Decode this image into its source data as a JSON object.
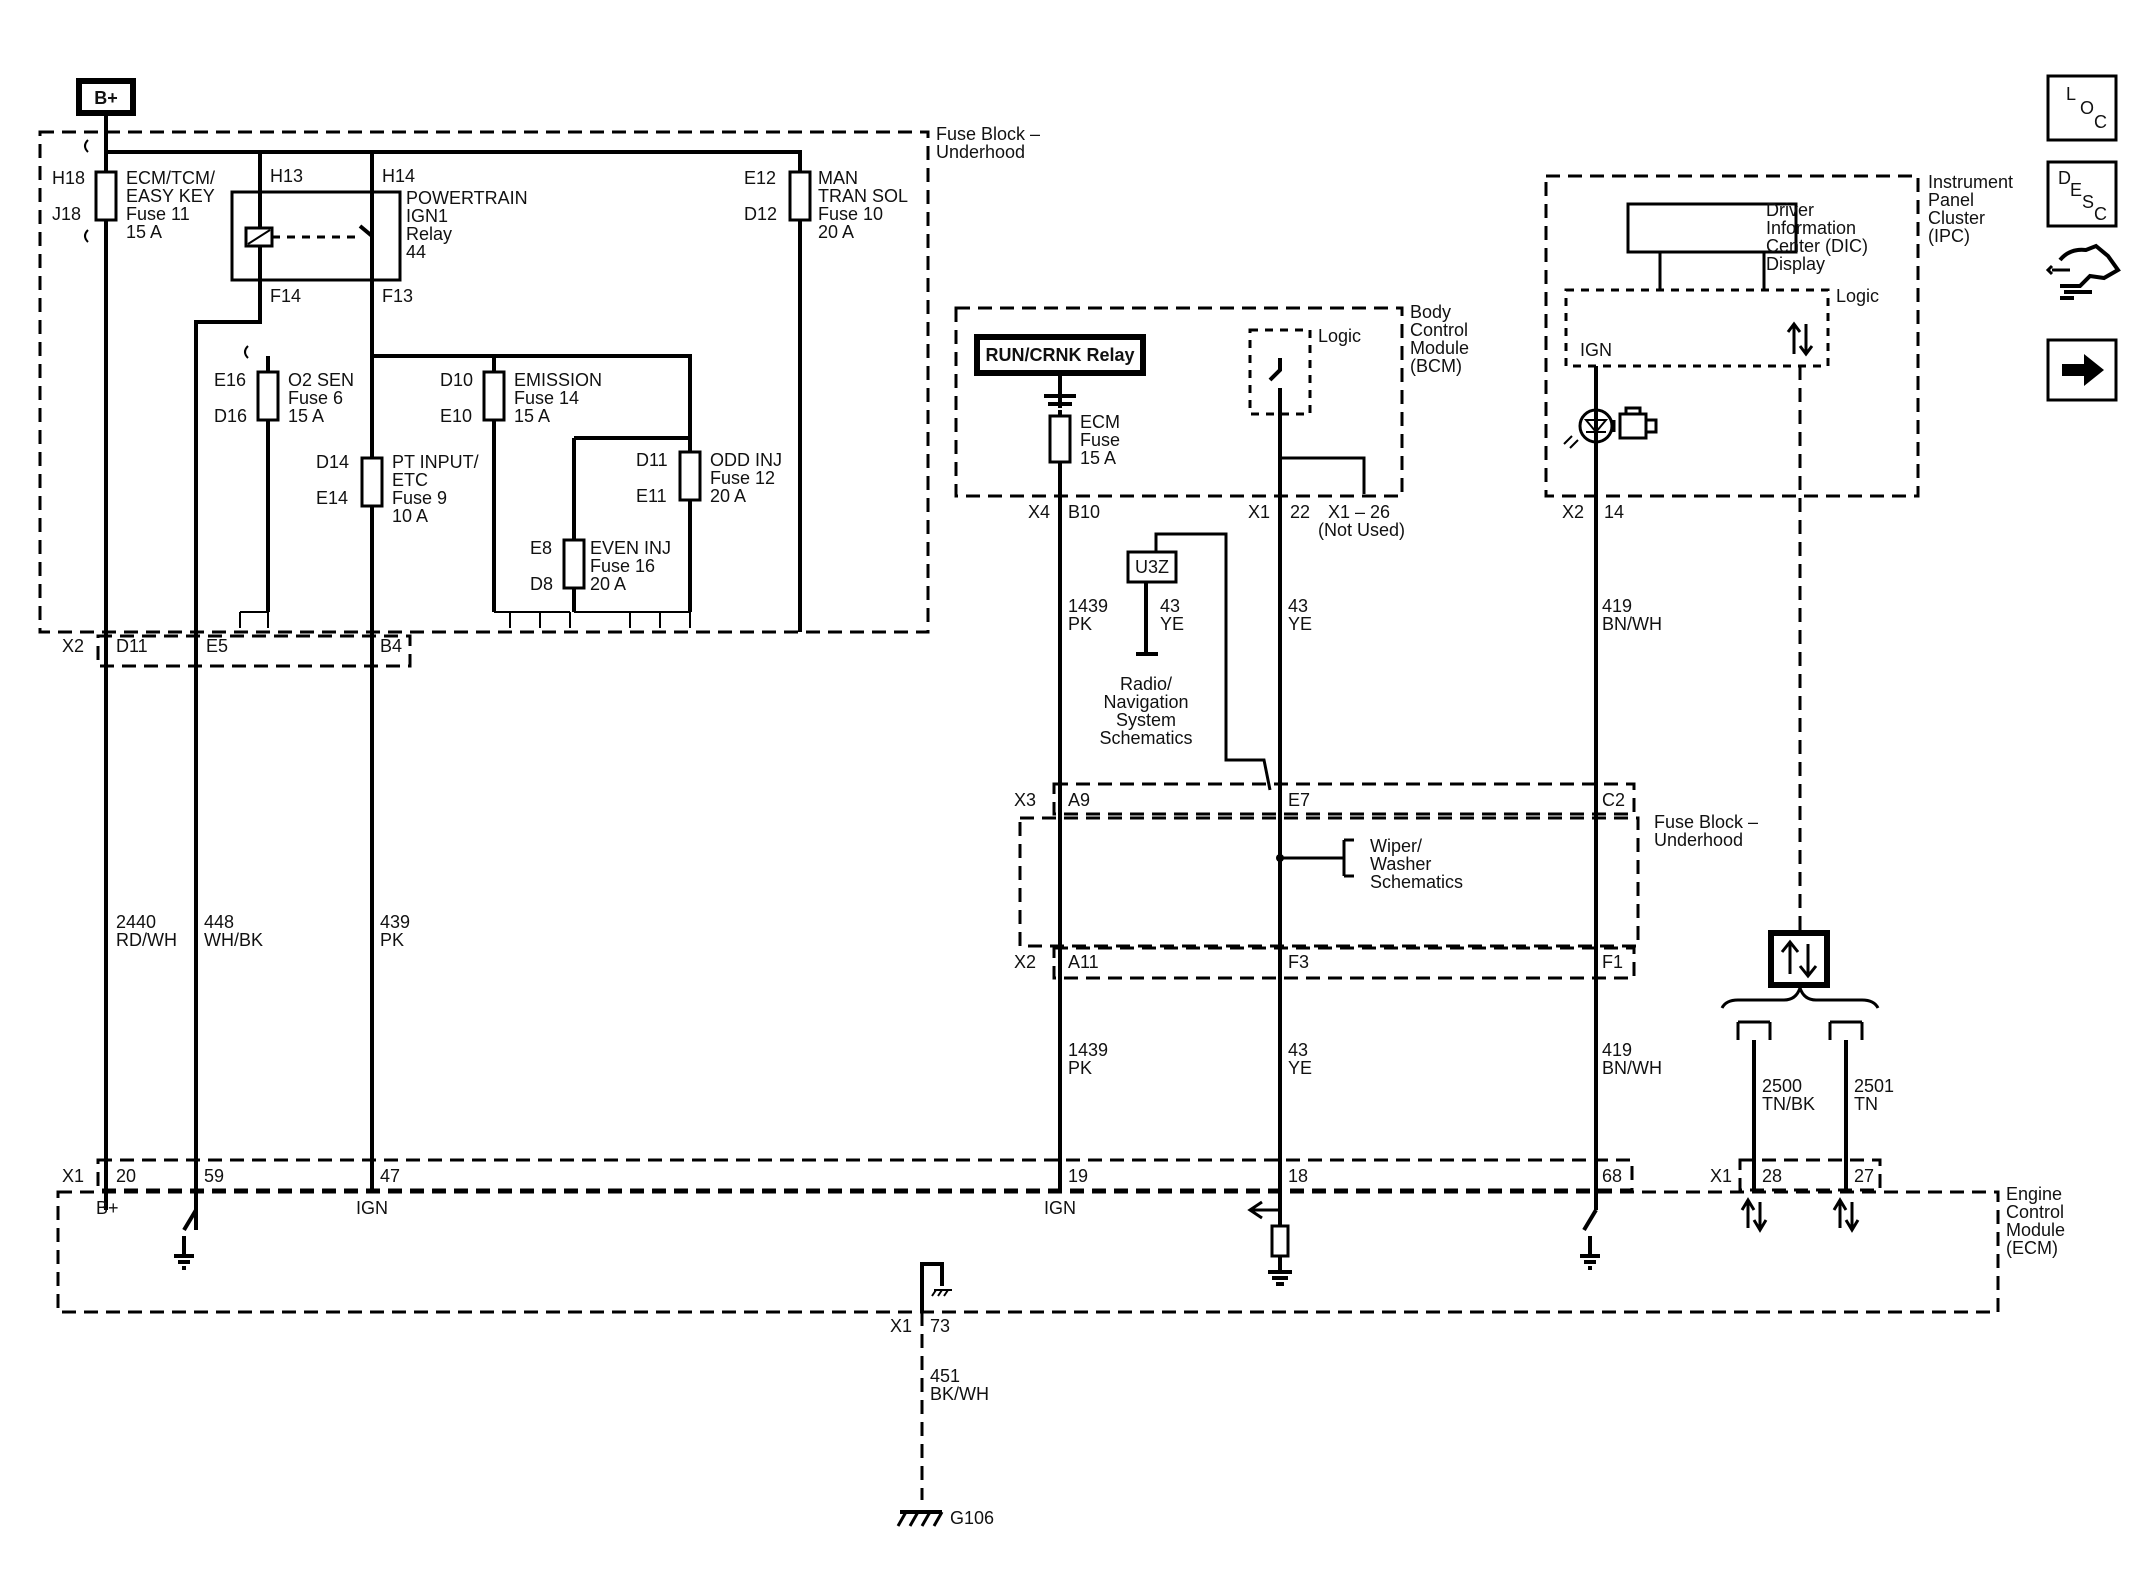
{
  "supply": {
    "label": "B+"
  },
  "fuse_block_top": {
    "title": [
      "Fuse Block –",
      "Underhood"
    ]
  },
  "fuses": {
    "ecm": {
      "pin_top": "H18",
      "pin_bottom": "J18",
      "lines": [
        "ECM/TCM/",
        "EASY KEY",
        "Fuse 11",
        "15 A"
      ]
    },
    "man_tran": {
      "pin_top": "E12",
      "pin_bottom": "D12",
      "lines": [
        "MAN",
        "TRAN SOL",
        "Fuse 10",
        "20 A"
      ]
    },
    "o2": {
      "pin_top": "E16",
      "pin_bottom": "D16",
      "lines": [
        "O2 SEN",
        "Fuse 6",
        "15 A"
      ]
    },
    "emission": {
      "pin_top": "D10",
      "pin_bottom": "E10",
      "lines": [
        "EMISSION",
        "Fuse 14",
        "15 A"
      ]
    },
    "pt_input": {
      "pin_top": "D14",
      "pin_bottom": "E14",
      "lines": [
        "PT INPUT/",
        "ETC",
        "Fuse 9",
        "10 A"
      ]
    },
    "odd_inj": {
      "pin_top": "D11",
      "pin_bottom": "E11",
      "lines": [
        "ODD INJ",
        "Fuse 12",
        "20 A"
      ]
    },
    "even_inj": {
      "pin_top": "E8",
      "pin_bottom": "D8",
      "lines": [
        "EVEN INJ",
        "Fuse 16",
        "20 A"
      ]
    },
    "bcm_ecm": {
      "lines": [
        "ECM",
        "Fuse",
        "15 A"
      ]
    }
  },
  "relay": {
    "pin_h13": "H13",
    "pin_h14": "H14",
    "pin_f14": "F14",
    "pin_f13": "F13",
    "lines": [
      "POWERTRAIN",
      "IGN1",
      "Relay",
      "44"
    ]
  },
  "x2_connector": {
    "name": "X2",
    "pins": [
      "D11",
      "E5",
      "B4"
    ]
  },
  "wires_left": [
    {
      "circuit": "2440",
      "color": "RD/WH"
    },
    {
      "circuit": "448",
      "color": "WH/BK"
    },
    {
      "circuit": "439",
      "color": "PK"
    }
  ],
  "bcm": {
    "title": [
      "Body",
      "Control",
      "Module",
      "(BCM)"
    ],
    "relay_box": "RUN/CRNK Relay",
    "logic": "Logic",
    "conn_x4": "X4",
    "pin_b10": "B10",
    "conn_x1": "X1",
    "pin_22": "22",
    "not_used": [
      "X1 – 26",
      "(Not Used)"
    ]
  },
  "u3z": {
    "box": "U3Z",
    "circuit": "43",
    "color": "YE",
    "ref": [
      "Radio/",
      "Navigation",
      "System",
      "Schematics"
    ]
  },
  "wires_mid_upper": [
    {
      "circuit": "1439",
      "color": "PK"
    },
    {
      "circuit": "43",
      "color": "YE"
    },
    {
      "circuit": "419",
      "color": "BN/WH"
    }
  ],
  "fuse_block_mid": {
    "title": [
      "Fuse Block –",
      "Underhood"
    ],
    "x3": "X3",
    "x3_pins": [
      "A9",
      "E7",
      "C2"
    ],
    "x2": "X2",
    "x2_pins": [
      "A11",
      "F3",
      "F1"
    ],
    "wiper_ref": [
      "Wiper/",
      "Washer",
      "Schematics"
    ]
  },
  "wires_mid_lower": [
    {
      "circuit": "1439",
      "color": "PK"
    },
    {
      "circuit": "43",
      "color": "YE"
    },
    {
      "circuit": "419",
      "color": "BN/WH"
    }
  ],
  "ipc": {
    "title": [
      "Instrument",
      "Panel",
      "Cluster",
      "(IPC)"
    ],
    "dic": [
      "Driver",
      "Information",
      "Center (DIC)",
      "Display"
    ],
    "logic": "Logic",
    "ign": "IGN",
    "conn": "X2",
    "pin": "14"
  },
  "serial_wires": [
    {
      "circuit": "2500",
      "color": "TN/BK"
    },
    {
      "circuit": "2501",
      "color": "TN"
    }
  ],
  "ecm": {
    "title": [
      "Engine",
      "Control",
      "Module",
      "(ECM)"
    ],
    "conn": "X1",
    "pins": [
      "20",
      "59",
      "47",
      "19",
      "18",
      "68"
    ],
    "conn2": "X1",
    "pins2": [
      "28",
      "27"
    ],
    "labels": {
      "b_plus": "B+",
      "ign1": "IGN",
      "ign2": "IGN"
    }
  },
  "ground": {
    "conn": "X1",
    "pin": "73",
    "circuit": "451",
    "color": "BK/WH",
    "name": "G106"
  },
  "nav_buttons": [
    {
      "icon": "loc-icon",
      "label": "LOC"
    },
    {
      "icon": "desc-icon",
      "label": "DESC"
    },
    {
      "icon": "component-view-icon"
    },
    {
      "icon": "next-arrow-icon"
    }
  ],
  "colors": {
    "line": "#000000",
    "background": "#ffffff"
  }
}
